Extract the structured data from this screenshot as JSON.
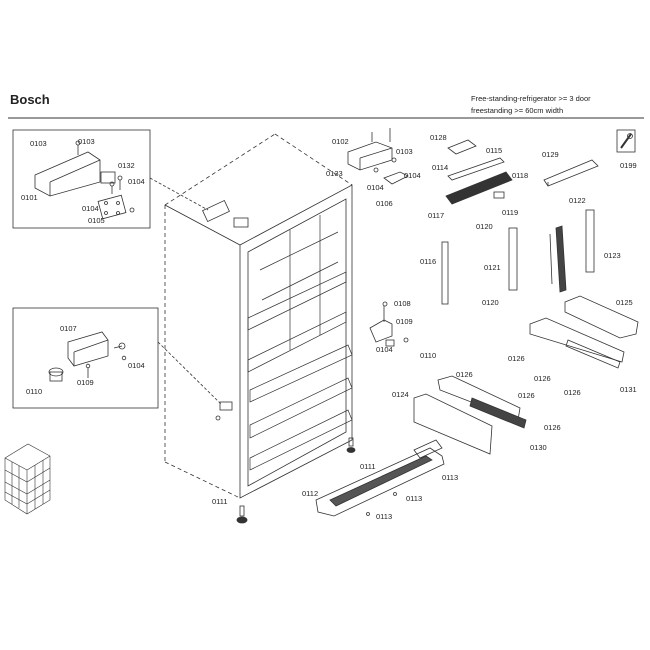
{
  "header": {
    "brand": "Bosch",
    "description_line1": "Free-standing-refrigerator >= 3 door",
    "description_line2": "freestanding >= 60cm width"
  },
  "parts": [
    {
      "id": "p0103a",
      "label": "0103"
    },
    {
      "id": "p0103b",
      "label": "0103"
    },
    {
      "id": "p0132",
      "label": "0132"
    },
    {
      "id": "p0101",
      "label": "0101"
    },
    {
      "id": "p0104a",
      "label": "0104"
    },
    {
      "id": "p0104b",
      "label": "0104"
    },
    {
      "id": "p0105",
      "label": "0105"
    },
    {
      "id": "p0102",
      "label": "0102"
    },
    {
      "id": "p0103c",
      "label": "0103"
    },
    {
      "id": "p0133",
      "label": "0133"
    },
    {
      "id": "p0104c",
      "label": "0104"
    },
    {
      "id": "p0104d",
      "label": "0104"
    },
    {
      "id": "p0106",
      "label": "0106"
    },
    {
      "id": "p0128",
      "label": "0128"
    },
    {
      "id": "p0115",
      "label": "0115"
    },
    {
      "id": "p0114",
      "label": "0114"
    },
    {
      "id": "p0118",
      "label": "0118"
    },
    {
      "id": "p0117",
      "label": "0117"
    },
    {
      "id": "p0119",
      "label": "0119"
    },
    {
      "id": "p0129",
      "label": "0129"
    },
    {
      "id": "p0199",
      "label": "0199"
    },
    {
      "id": "p0122",
      "label": "0122"
    },
    {
      "id": "p0123",
      "label": "0123"
    },
    {
      "id": "p0120a",
      "label": "0120"
    },
    {
      "id": "p0116",
      "label": "0116"
    },
    {
      "id": "p0121",
      "label": "0121"
    },
    {
      "id": "p0120b",
      "label": "0120"
    },
    {
      "id": "p0125",
      "label": "0125"
    },
    {
      "id": "p0108",
      "label": "0108"
    },
    {
      "id": "p0109a",
      "label": "0109"
    },
    {
      "id": "p0104e",
      "label": "0104"
    },
    {
      "id": "p0110a",
      "label": "0110"
    },
    {
      "id": "p0107",
      "label": "0107"
    },
    {
      "id": "p0104f",
      "label": "0104"
    },
    {
      "id": "p0109b",
      "label": "0109"
    },
    {
      "id": "p0110b",
      "label": "0110"
    },
    {
      "id": "p0126a",
      "label": "0126"
    },
    {
      "id": "p0126b",
      "label": "0126"
    },
    {
      "id": "p0126c",
      "label": "0126"
    },
    {
      "id": "p0131",
      "label": "0131"
    },
    {
      "id": "p0126d",
      "label": "0126"
    },
    {
      "id": "p0124",
      "label": "0124"
    },
    {
      "id": "p0126e",
      "label": "0126"
    },
    {
      "id": "p0126f",
      "label": "0126"
    },
    {
      "id": "p0130",
      "label": "0130"
    },
    {
      "id": "p0111a",
      "label": "0111"
    },
    {
      "id": "p0113a",
      "label": "0113"
    },
    {
      "id": "p0112",
      "label": "0112"
    },
    {
      "id": "p0113b",
      "label": "0113"
    },
    {
      "id": "p0113c",
      "label": "0113"
    },
    {
      "id": "p0111b",
      "label": "0111"
    }
  ]
}
